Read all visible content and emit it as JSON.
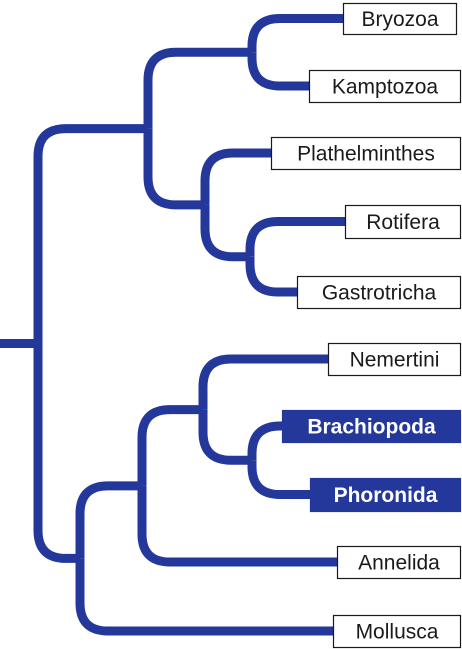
{
  "colors": {
    "branch": "#24379a",
    "box_border": "#1a1a1a",
    "box_fill": "#ffffff",
    "highlight_fill": "#24379a",
    "text": "#1a1a1a",
    "highlight_text": "#ffffff"
  },
  "taxa": [
    {
      "label": "Bryozoa",
      "highlighted": false
    },
    {
      "label": "Kamptozoa",
      "highlighted": false
    },
    {
      "label": "Plathelminthes",
      "highlighted": false
    },
    {
      "label": "Rotifera",
      "highlighted": false
    },
    {
      "label": "Gastrotricha",
      "highlighted": false
    },
    {
      "label": "Nemertini",
      "highlighted": false
    },
    {
      "label": "Brachiopoda",
      "highlighted": true
    },
    {
      "label": "Phoronida",
      "highlighted": true
    },
    {
      "label": "Annelida",
      "highlighted": false
    },
    {
      "label": "Mollusca",
      "highlighted": false
    }
  ]
}
